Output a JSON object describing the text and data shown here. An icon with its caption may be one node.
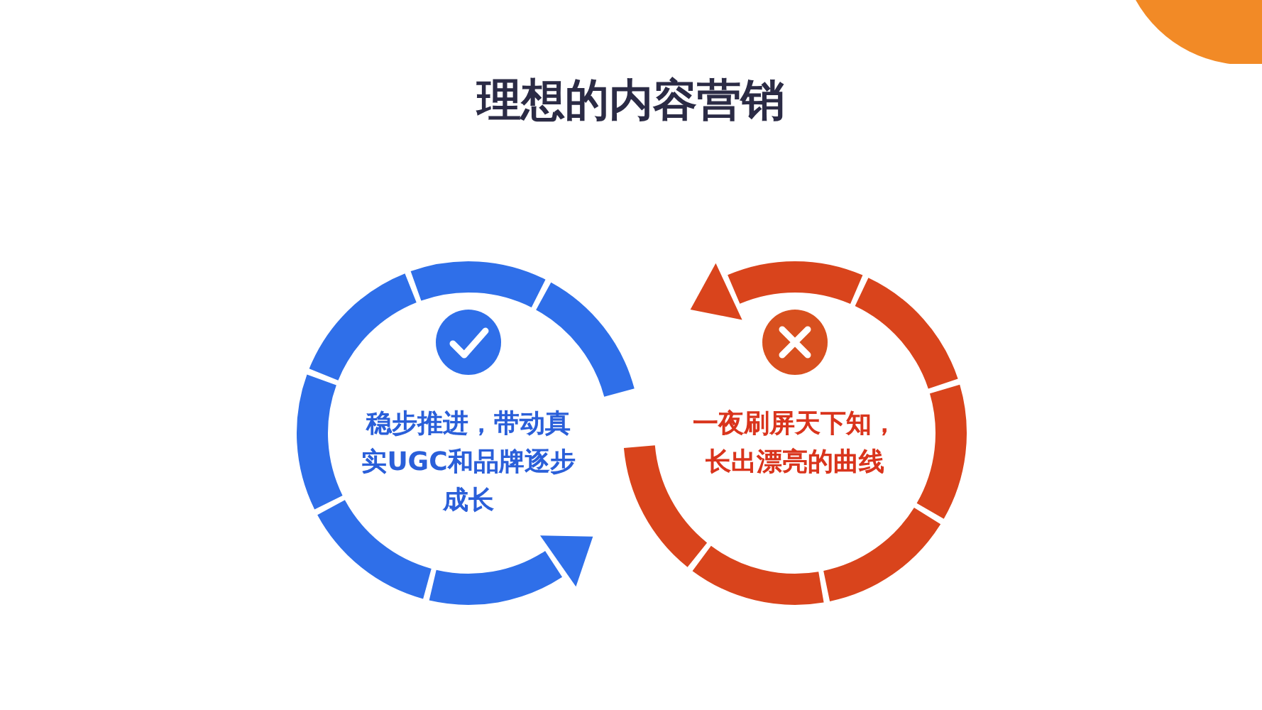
{
  "diagram": {
    "title": "理想的内容营销",
    "nodes": [
      {
        "text": [
          "稳步推进，带动真实UGC和品牌逐步成长"
        ]
      },
      {
        "text": [
          "一夜刷屏天下知，长出漂亮的曲线"
        ]
      }
    ]
  }
}
